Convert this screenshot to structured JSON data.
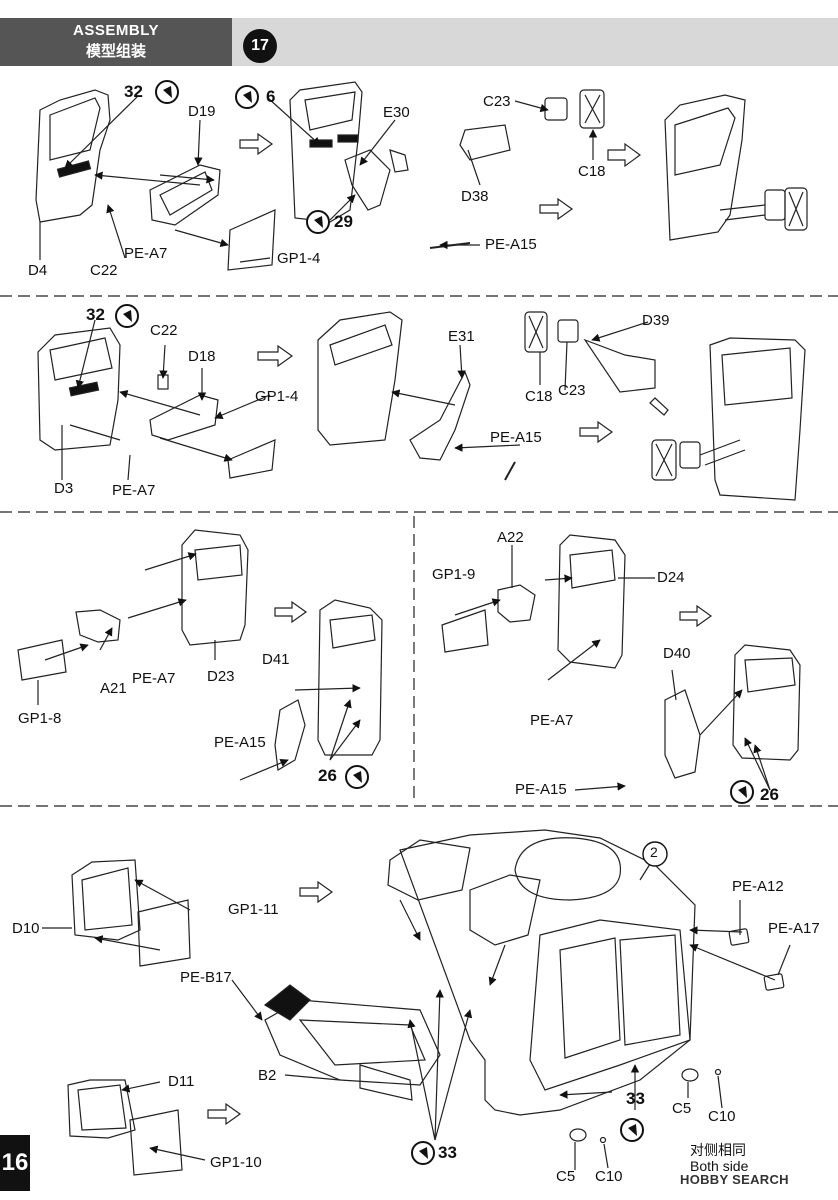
{
  "header": {
    "title_en": "ASSEMBLY",
    "title_cn": "模型组装",
    "step": "17"
  },
  "page_number": "16",
  "labels": {
    "D19": "D19",
    "E30": "E30",
    "C23_a": "C23",
    "C18_a": "C18",
    "D38": "D38",
    "D4": "D4",
    "C22_a": "C22",
    "PE-A7_a": "PE-A7",
    "GP1-4_a": "GP1-4",
    "PE-A15_a": "PE-A15",
    "C22_b": "C22",
    "D18": "D18",
    "GP1-4_b": "GP1-4",
    "D3": "D3",
    "PE-A7_b": "PE-A7",
    "E31": "E31",
    "PE-A15_b": "PE-A15",
    "D39": "D39",
    "C18_b": "C18",
    "C23_b": "C23",
    "D23": "D23",
    "A21": "A21",
    "PE-A7_c": "PE-A7",
    "GP1-8": "GP1-8",
    "D41": "D41",
    "PE-A15_c": "PE-A15",
    "A22": "A22",
    "GP1-9": "GP1-9",
    "D24": "D24",
    "PE-A7_d": "PE-A7",
    "D40": "D40",
    "PE-A15_d": "PE-A15",
    "D10": "D10",
    "GP1-11": "GP1-11",
    "PE-B17": "PE-B17",
    "B2": "B2",
    "D11": "D11",
    "GP1-10": "GP1-10",
    "PE-A12": "PE-A12",
    "PE-A17": "PE-A17",
    "C5_a": "C5",
    "C10_a": "C10",
    "C5_b": "C5",
    "C10_b": "C10"
  },
  "glue_numbers": {
    "n32_a": "32",
    "n6": "6",
    "n29": "29",
    "n32_b": "32",
    "n26_a": "26",
    "n26_b": "26",
    "n33_a": "33",
    "n33_b": "33",
    "ref2": "2"
  },
  "notes": {
    "both_side_cn": "对侧相同",
    "both_side_en": "Both side"
  },
  "watermark": "HOBBY SEARCH"
}
